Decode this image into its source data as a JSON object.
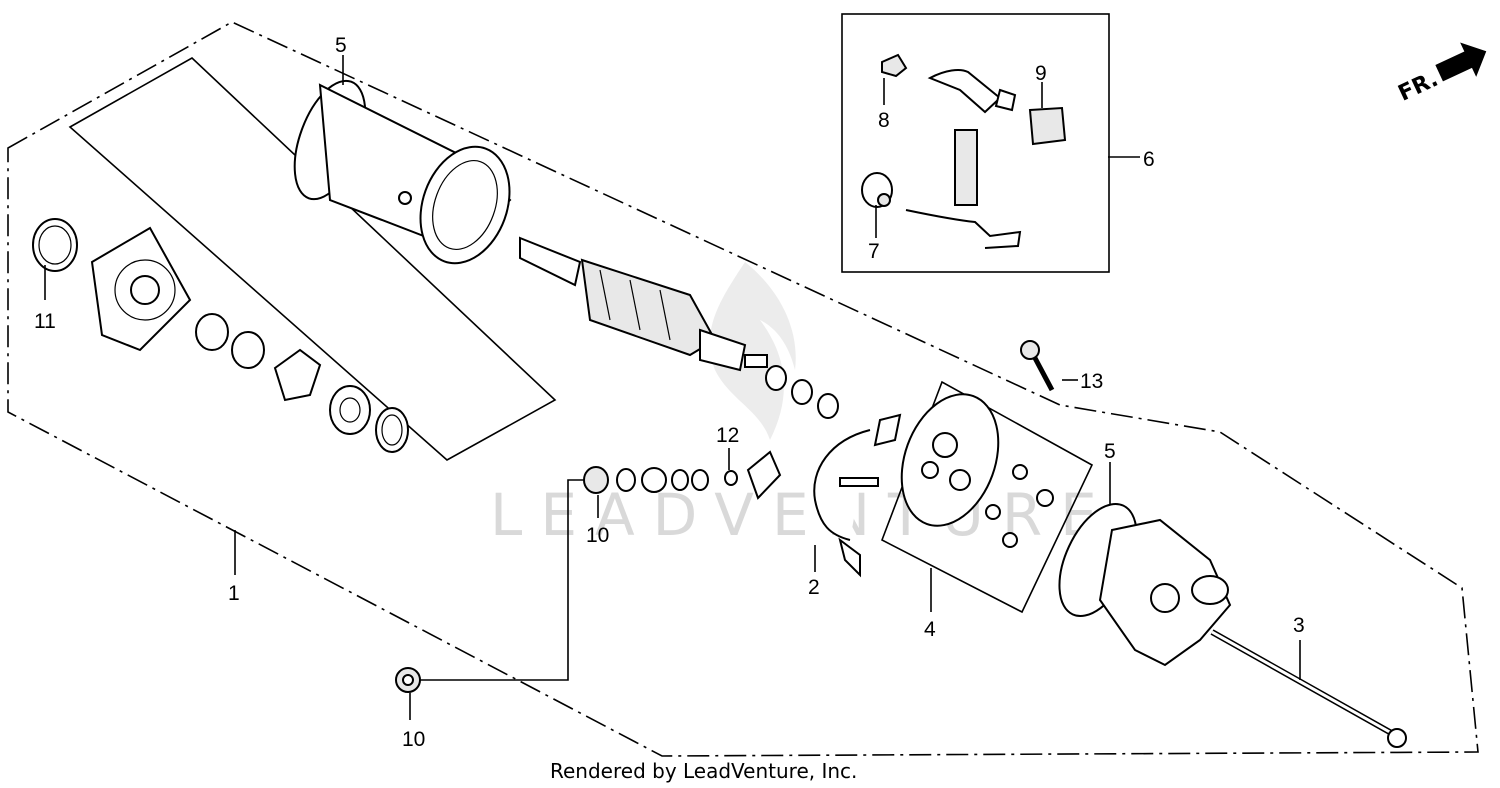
{
  "footer": "Rendered by LeadVenture, Inc.",
  "watermark": "LEADVENTURE",
  "direction_marker": "FR.",
  "callouts": {
    "c1": "1",
    "c2": "2",
    "c3": "3",
    "c4": "4",
    "c5_top": "5",
    "c5_right": "5",
    "c6": "6",
    "c7": "7",
    "c8": "8",
    "c9": "9",
    "c10_upper": "10",
    "c10_lower": "10",
    "c11": "11",
    "c12": "12",
    "c13": "13"
  }
}
